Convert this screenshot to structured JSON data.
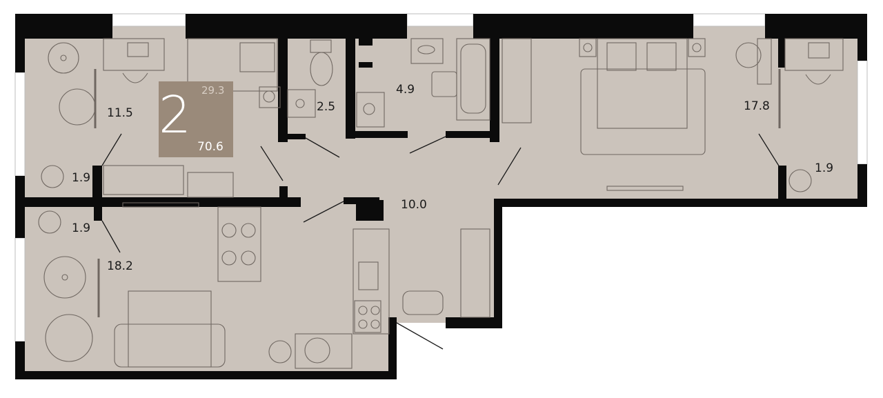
{
  "apartment": {
    "rooms_count": "2",
    "living_area": "29.3",
    "total_area": "70.6"
  },
  "rooms": [
    {
      "id": "bedroom-left",
      "area": "11.5"
    },
    {
      "id": "balcony-top-left",
      "area": "1.9"
    },
    {
      "id": "bathroom-toilet",
      "area": "2.5"
    },
    {
      "id": "bathroom",
      "area": "4.9"
    },
    {
      "id": "hallway",
      "area": "10.0"
    },
    {
      "id": "bedroom-right",
      "area": "17.8"
    },
    {
      "id": "balcony-right",
      "area": "1.9"
    },
    {
      "id": "balcony-bottom-left",
      "area": "1.9"
    },
    {
      "id": "kitchen-living",
      "area": "18.2"
    }
  ],
  "colors": {
    "floor": "#cbc3bb",
    "wall": "#0b0b0b",
    "badge": "#9a8a7a",
    "furniture_line": "#6f6761"
  }
}
